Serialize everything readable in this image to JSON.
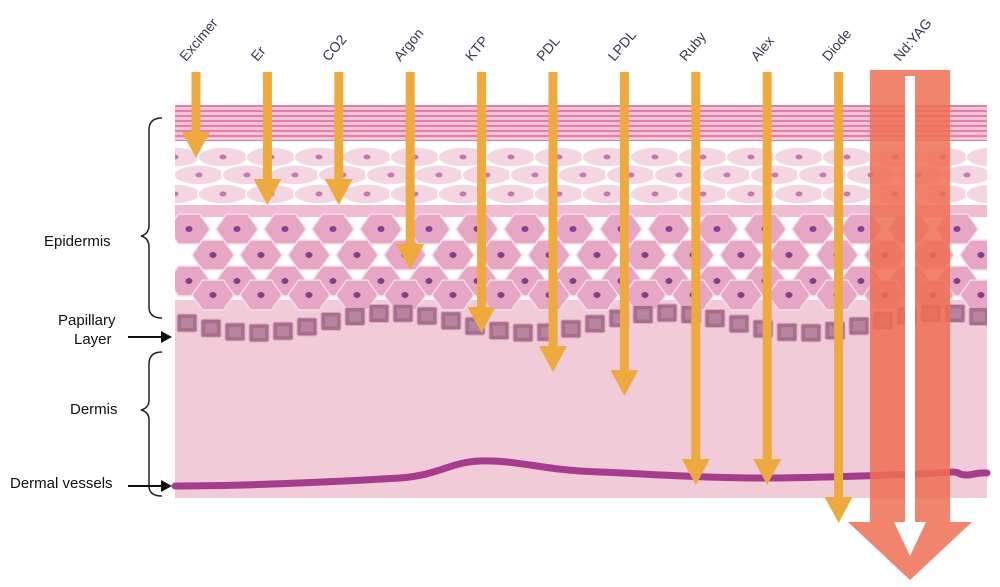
{
  "labels": {
    "epidermis": "Epidermis",
    "papillary_line1": "Papillary",
    "papillary_line2": "Layer",
    "dermis": "Dermis",
    "dermal_vessels": "Dermal vessels"
  },
  "lasers": [
    {
      "name": "Excimer",
      "depth": "stratum-corneum"
    },
    {
      "name": "Er",
      "depth": "upper-epidermis"
    },
    {
      "name": "CO2",
      "depth": "upper-epidermis"
    },
    {
      "name": "Argon",
      "depth": "mid-epidermis"
    },
    {
      "name": "KTP",
      "depth": "papillary-layer"
    },
    {
      "name": "PDL",
      "depth": "upper-dermis"
    },
    {
      "name": "LPDL",
      "depth": "mid-dermis"
    },
    {
      "name": "Ruby",
      "depth": "dermal-vessels"
    },
    {
      "name": "Alex",
      "depth": "dermal-vessels"
    },
    {
      "name": "Diode",
      "depth": "lower-dermis"
    },
    {
      "name": "Nd:YAG",
      "depth": "deep"
    }
  ],
  "colors": {
    "arrow": "#eeaa3e",
    "ndyag_arrow": "#ee6f52",
    "dermis": "#f1cbd8",
    "cell": "#e7a6c4",
    "cell_light": "#f4d6e3",
    "basal_cell": "#a86e8e",
    "nucleus": "#80408e",
    "vessel": "#a53c8c",
    "corneum": "#e489b0"
  }
}
